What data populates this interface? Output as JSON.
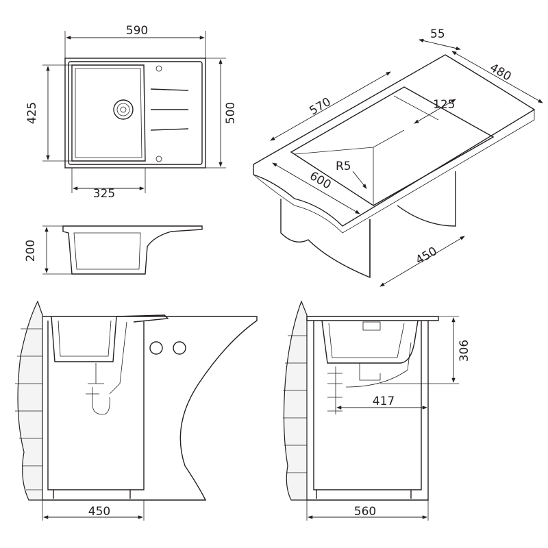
{
  "title": "Sink installation dimension drawing",
  "colors": {
    "line": "#231f20",
    "background": "#ffffff"
  },
  "top_view": {
    "width": "590",
    "depth": "500",
    "bowl_depth": "425",
    "bowl_width": "325"
  },
  "side_profile": {
    "height": "200"
  },
  "perspective_view": {
    "edge": "55",
    "depth": "480",
    "cutout_length": "570",
    "offset": "125",
    "radius": "R5",
    "cabinet_length": "600",
    "cabinet_depth": "450"
  },
  "front_section": {
    "cabinet_width": "450"
  },
  "side_section": {
    "cabinet_width": "560",
    "drain_distance": "417",
    "height": "306"
  }
}
